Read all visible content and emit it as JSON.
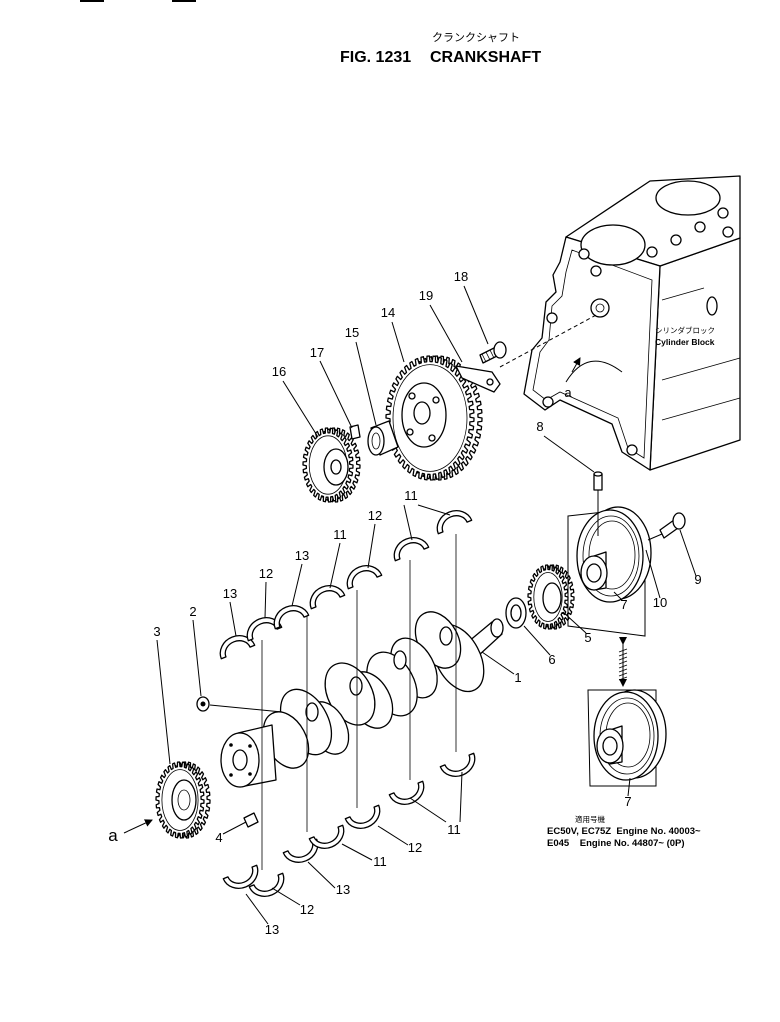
{
  "header": {
    "title_ja": "クランクシャフト",
    "fig_number": "FIG. 1231",
    "title_en": "CRANKSHAFT"
  },
  "cylinder_block": {
    "label_ja": "シリンダブロック",
    "label_en": "Cylinder Block"
  },
  "callouts": [
    "18",
    "19",
    "14",
    "15",
    "17",
    "16",
    "8",
    "11",
    "12",
    "11",
    "13",
    "12",
    "13",
    "2",
    "3",
    "9",
    "10",
    "7",
    "5",
    "6",
    "1",
    "7",
    "a",
    "4",
    "11",
    "12",
    "11",
    "13",
    "12",
    "13",
    "a"
  ],
  "applicability": {
    "heading": "適用号機",
    "lines": [
      "EC50V, EC75Z  Engine No. 40003~",
      "E045    Engine No. 44807~ (0P)"
    ]
  }
}
